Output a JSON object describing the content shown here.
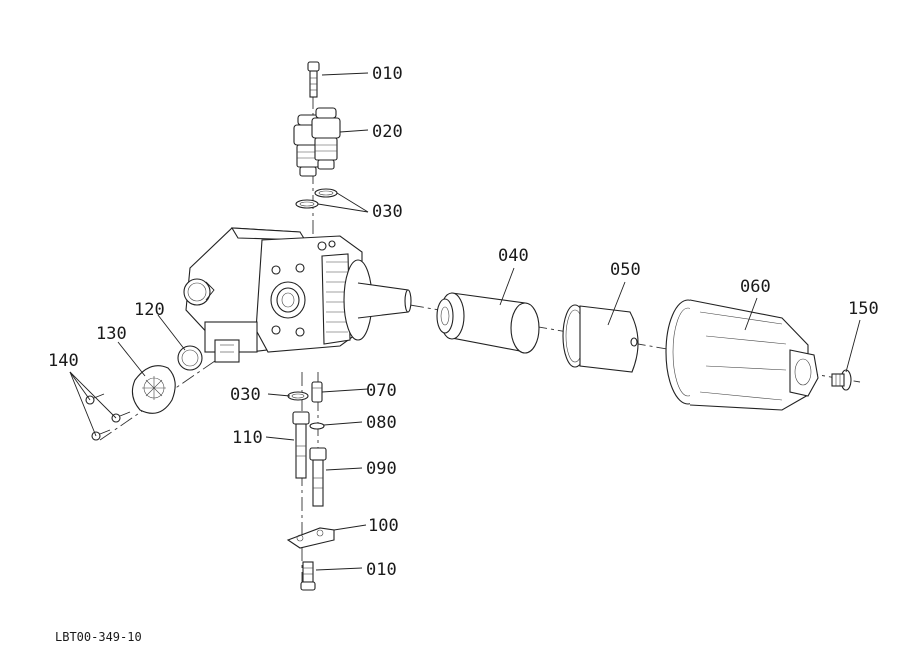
{
  "drawing": {
    "document_number": "LBT00-349-10",
    "callouts": [
      {
        "id": "c010-top",
        "label": "010"
      },
      {
        "id": "c020",
        "label": "020"
      },
      {
        "id": "c030-top",
        "label": "030"
      },
      {
        "id": "c040",
        "label": "040"
      },
      {
        "id": "c050",
        "label": "050"
      },
      {
        "id": "c060",
        "label": "060"
      },
      {
        "id": "c150",
        "label": "150"
      },
      {
        "id": "c120",
        "label": "120"
      },
      {
        "id": "c130",
        "label": "130"
      },
      {
        "id": "c140",
        "label": "140"
      },
      {
        "id": "c030-mid",
        "label": "030"
      },
      {
        "id": "c070",
        "label": "070"
      },
      {
        "id": "c080",
        "label": "080"
      },
      {
        "id": "c110",
        "label": "110"
      },
      {
        "id": "c090",
        "label": "090"
      },
      {
        "id": "c100",
        "label": "100"
      },
      {
        "id": "c010-bot",
        "label": "010"
      }
    ]
  }
}
